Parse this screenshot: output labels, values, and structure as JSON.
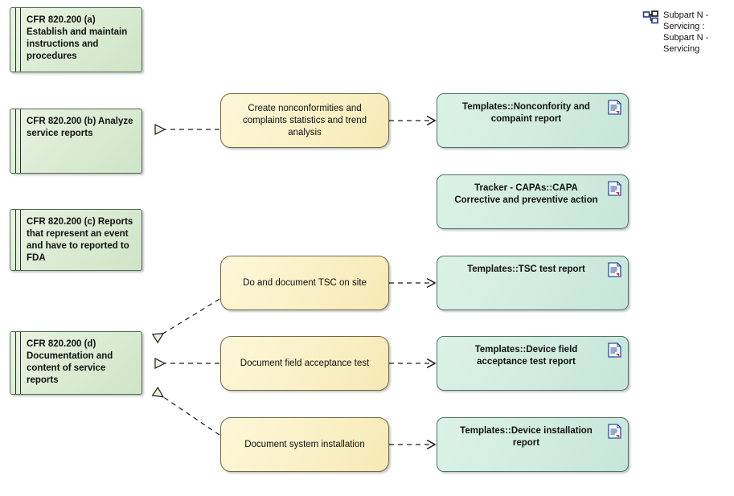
{
  "diagram": {
    "title_ref": {
      "icon": "diagram-package-icon",
      "label": "Subpart N - Servicing : Subpart N - Servicing"
    },
    "colors": {
      "requirement_fill": "#dcecd4",
      "requirement_border": "#4f6b4f",
      "activity_fill": "#faf1c8",
      "activity_border": "#6f6a46",
      "document_fill": "#d2ece2",
      "document_border": "#4f7068",
      "connector": "#1a1a1a",
      "arrowhead_fill": "#f5eedd"
    }
  },
  "requirements": [
    {
      "id": "req-a",
      "label": "CFR 820.200 (a) Establish and maintain instructions and procedures"
    },
    {
      "id": "req-b",
      "label": "CFR 820.200 (b) Analyze service reports"
    },
    {
      "id": "req-c",
      "label": "CFR 820.200 (c) Reports that represent an event and have to reported to FDA"
    },
    {
      "id": "req-d",
      "label": "CFR 820.200 (d) Documentation and content of service reports"
    }
  ],
  "activities": [
    {
      "id": "act-1",
      "label": "Create nonconformities and complaints statistics and trend analysis"
    },
    {
      "id": "act-2",
      "label": "Do and document TSC on site"
    },
    {
      "id": "act-3",
      "label": "Document field acceptance test"
    },
    {
      "id": "act-4",
      "label": "Document system installation"
    }
  ],
  "documents": [
    {
      "id": "doc-1",
      "label": "Templates::Nonconfority and compaint report",
      "icon": "document-icon"
    },
    {
      "id": "doc-2",
      "label": "Tracker - CAPAs::CAPA Corrective and preventive action",
      "icon": "document-icon"
    },
    {
      "id": "doc-3",
      "label": "Templates::TSC test report",
      "icon": "document-icon"
    },
    {
      "id": "doc-4",
      "label": "Templates::Device field acceptance test report",
      "icon": "document-icon"
    },
    {
      "id": "doc-5",
      "label": "Templates::Device installation report",
      "icon": "document-icon"
    }
  ],
  "connectors": [
    {
      "id": "conn-act1-reqb",
      "from": "act-1",
      "to": "req-b",
      "style": "dashed",
      "arrow": "hollow-triangle"
    },
    {
      "id": "conn-act1-doc1",
      "from": "act-1",
      "to": "doc-1",
      "style": "dashed",
      "arrow": "open-v"
    },
    {
      "id": "conn-act2-reqd",
      "from": "act-2",
      "to": "req-d",
      "style": "dashed",
      "arrow": "hollow-triangle"
    },
    {
      "id": "conn-act2-doc3",
      "from": "act-2",
      "to": "doc-3",
      "style": "dashed",
      "arrow": "open-v"
    },
    {
      "id": "conn-act3-reqd",
      "from": "act-3",
      "to": "req-d",
      "style": "dashed",
      "arrow": "hollow-triangle"
    },
    {
      "id": "conn-act3-doc4",
      "from": "act-3",
      "to": "doc-4",
      "style": "dashed",
      "arrow": "open-v"
    },
    {
      "id": "conn-act4-reqd",
      "from": "act-4",
      "to": "req-d",
      "style": "dashed",
      "arrow": "hollow-triangle"
    },
    {
      "id": "conn-act4-doc5",
      "from": "act-4",
      "to": "doc-5",
      "style": "dashed",
      "arrow": "open-v"
    }
  ]
}
